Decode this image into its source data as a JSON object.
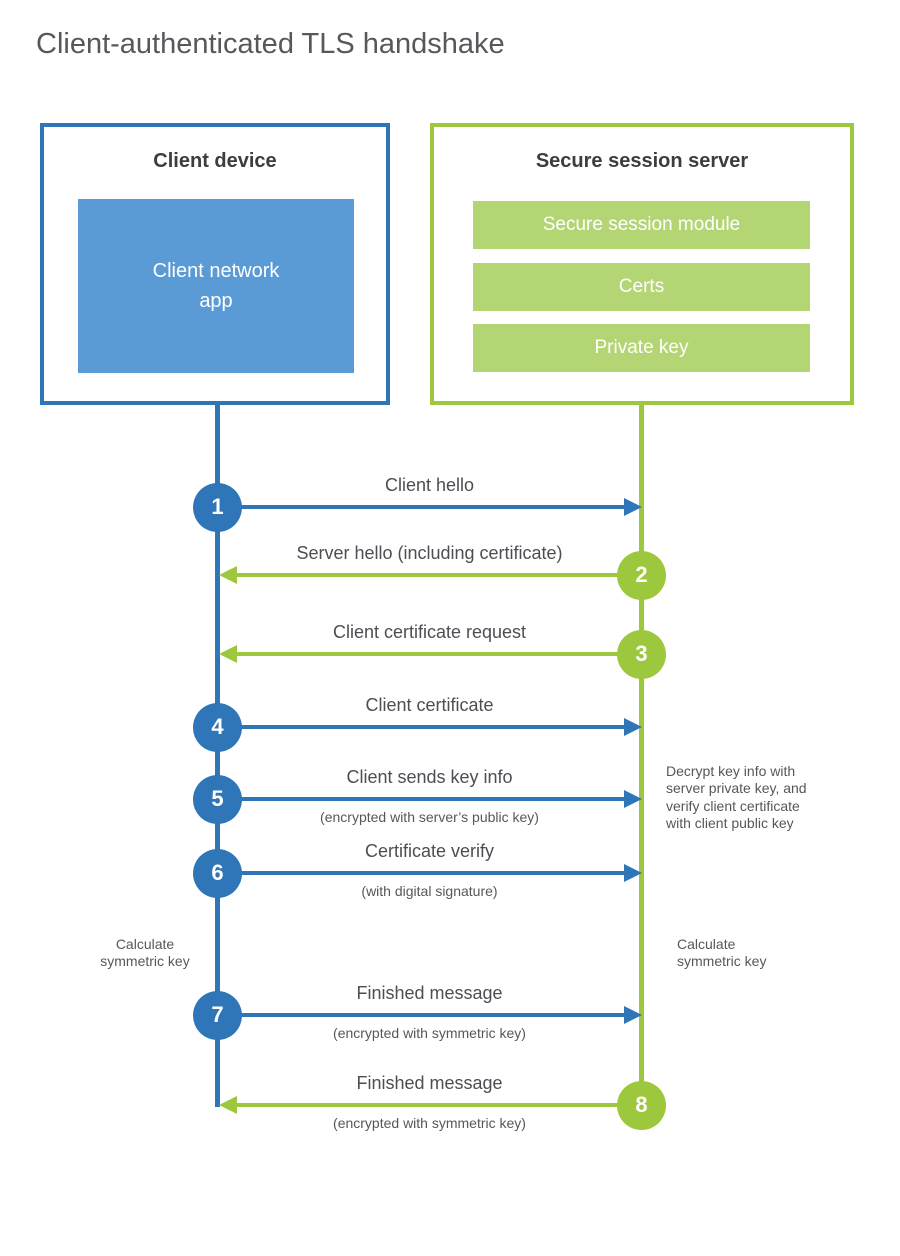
{
  "title": "Client-authenticated TLS handshake",
  "colors": {
    "blue": "#2e76b8",
    "blue_light": "#5b9bd5",
    "green": "#9dc83d",
    "green_light": "#b4d573"
  },
  "client_box": {
    "title": "Client device",
    "app_label": "Client network\napp"
  },
  "server_box": {
    "title": "Secure session server",
    "modules": [
      "Secure session module",
      "Certs",
      "Private key"
    ]
  },
  "steps": [
    {
      "num": "1",
      "dir": "right",
      "color": "blue",
      "label": "Client hello",
      "sub": ""
    },
    {
      "num": "2",
      "dir": "left",
      "color": "green",
      "label": "Server hello (including certificate)",
      "sub": ""
    },
    {
      "num": "3",
      "dir": "left",
      "color": "green",
      "label": "Client certificate request",
      "sub": ""
    },
    {
      "num": "4",
      "dir": "right",
      "color": "blue",
      "label": "Client certificate",
      "sub": ""
    },
    {
      "num": "5",
      "dir": "right",
      "color": "blue",
      "label": "Client sends key info",
      "sub": "(encrypted with server’s public key)"
    },
    {
      "num": "6",
      "dir": "right",
      "color": "blue",
      "label": "Certificate verify",
      "sub": "(with digital signature)"
    },
    {
      "num": "7",
      "dir": "right",
      "color": "blue",
      "label": "Finished message",
      "sub": "(encrypted with symmetric key)"
    },
    {
      "num": "8",
      "dir": "left",
      "color": "green",
      "label": "Finished message",
      "sub": "(encrypted with symmetric key)"
    }
  ],
  "notes": {
    "decrypt": "Decrypt key info with\nserver private key, and\nverify client certificate\nwith client public key",
    "calc_left": "Calculate\nsymmetric key",
    "calc_right": "Calculate\nsymmetric key"
  }
}
